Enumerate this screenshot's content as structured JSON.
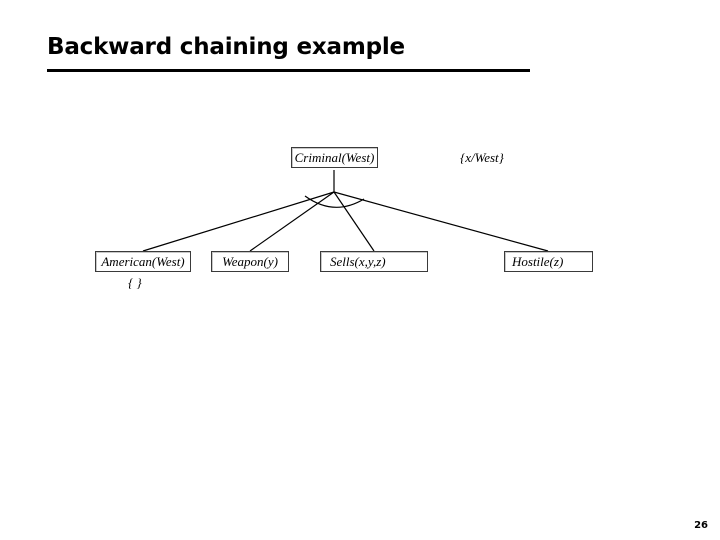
{
  "slide": {
    "title": "Backward chaining example",
    "page_number": "26"
  },
  "diagram": {
    "type": "and-or-proof-tree",
    "root": {
      "id": "criminal",
      "label": "Criminal(West)",
      "substitution": "{x/West}"
    },
    "connector": "and-arc",
    "children": [
      {
        "id": "american",
        "label": "American(West)",
        "substitution": "{ }"
      },
      {
        "id": "weapon",
        "label": "Weapon(y)",
        "substitution": ""
      },
      {
        "id": "sells",
        "label": "Sells(x,y,z)",
        "substitution": ""
      },
      {
        "id": "hostile",
        "label": "Hostile(z)",
        "substitution": ""
      }
    ]
  },
  "colors": {
    "background": "#ffffff",
    "ink": "#000000",
    "node_border": "#3a3a3a",
    "node_fill": "#ffffff",
    "edge": "#000000"
  }
}
